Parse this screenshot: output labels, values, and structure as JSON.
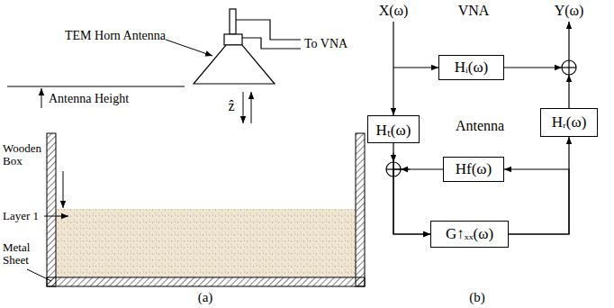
{
  "diagram": {
    "nodes": [
      {
        "text": [
          "Hᵢ(ω)"
        ]
      },
      {
        "text": [
          "Hₜ(ω)"
        ]
      },
      {
        "text": [
          "Hᵣ(ω)"
        ]
      },
      {
        "text": [
          "Hf(ω)"
        ]
      },
      {
        "text": [
          "G↑ₓₓ(ω)"
        ]
      }
    ],
    "edges": [
      {
        "from": 1,
        "to": 4,
        "arrow": "to"
      },
      {
        "from": 3,
        "to": 4,
        "arrow": "to"
      },
      {
        "from": 4,
        "to": 3,
        "arrow": "to"
      },
      {
        "from": 4,
        "to": 2,
        "arrow": "to"
      }
    ],
    "labels": [
      "TEM Horn Antenna",
      "To VNA",
      "Antenna Height",
      "ẑ",
      "Wooden Box",
      "Layer 1",
      "Metal Sheet",
      "(a)",
      "X(ω)",
      "VNA",
      "Y(ω)",
      "Antenna",
      "(b)"
    ]
  }
}
